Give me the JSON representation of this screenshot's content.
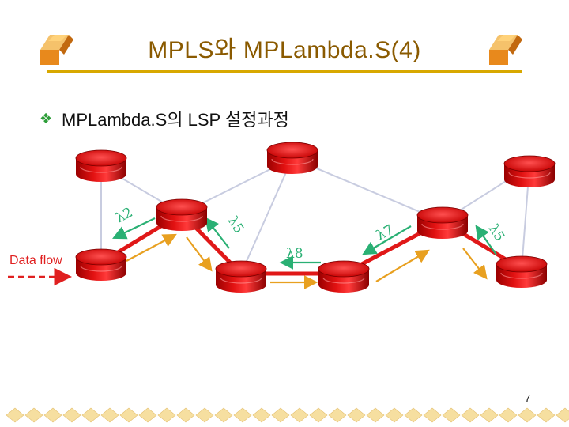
{
  "slide": {
    "title": "MPLS와 MPLambda.S(4)",
    "bullet_text": "MPLambda.S의 LSP 설정과정",
    "page_number": "7"
  },
  "diagram": {
    "data_flow_label": "Data flow",
    "lambda_labels": [
      "λ2",
      "λ5",
      "λ8",
      "λ7",
      "λ5"
    ],
    "colors": {
      "router": "#e01010",
      "lsp_path": "#e01818",
      "request_arrow": "#e8a020",
      "label_arrow": "#2ab074",
      "topology_link": "#c8cce0",
      "data_flow": "#e02020",
      "title": "#8a5a00",
      "title_rule": "#d8a800"
    }
  },
  "icons": {
    "bullet": "diamond-bullet-icon",
    "title_decoration": "stacked-cube-icon"
  }
}
